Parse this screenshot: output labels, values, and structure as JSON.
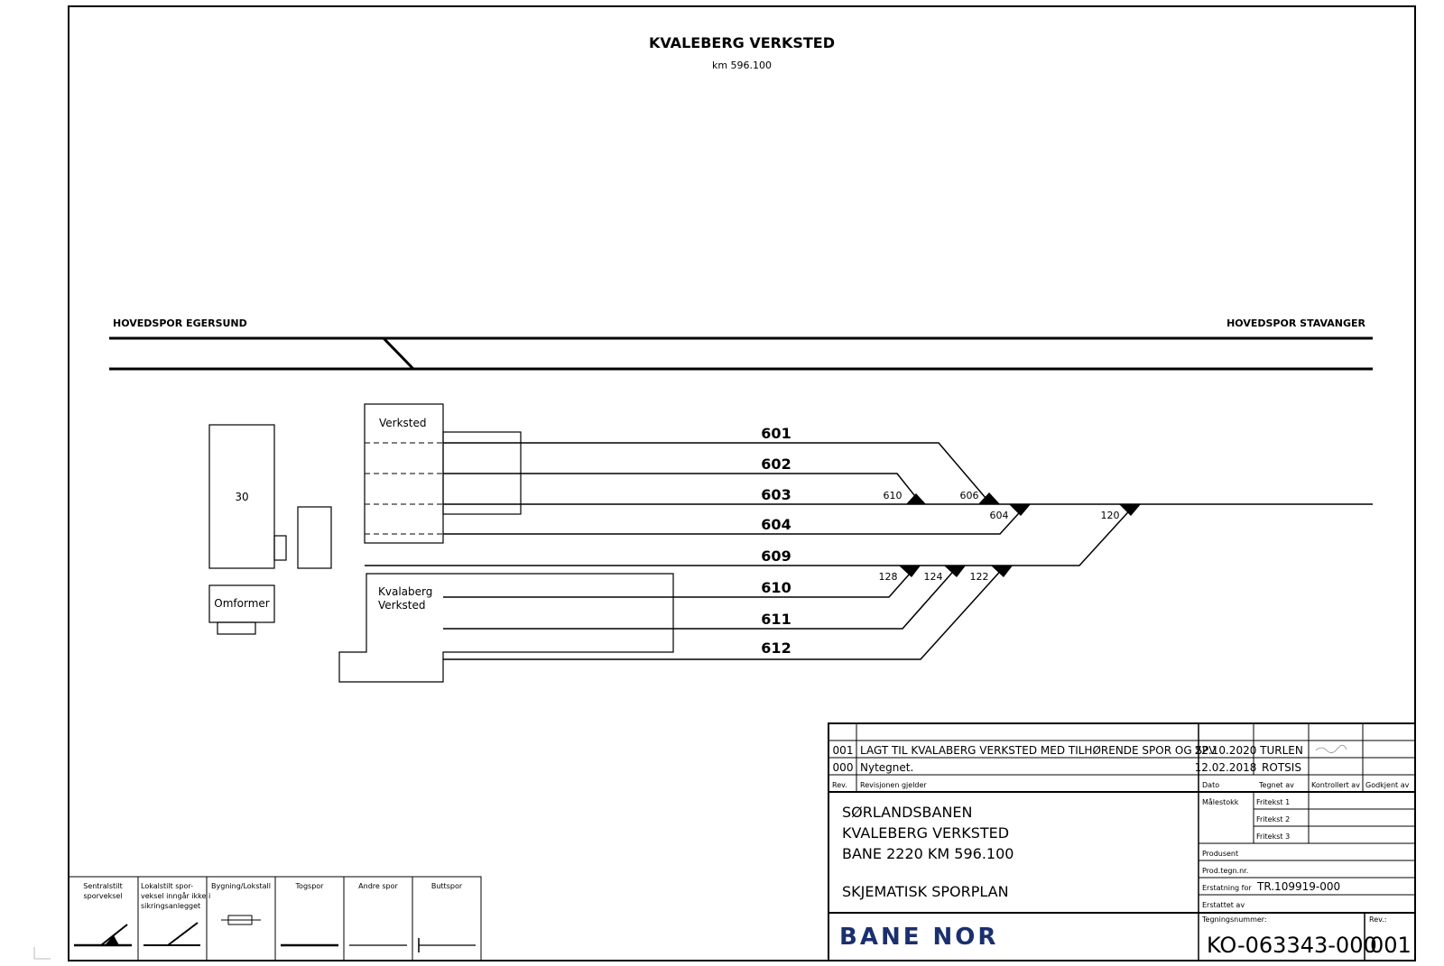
{
  "header": {
    "title": "KVALEBERG VERKSTED",
    "km": "km 596.100"
  },
  "main_lines": {
    "left": "HOVEDSPOR EGERSUND",
    "right": "HOVEDSPOR STAVANGER"
  },
  "tracks": [
    "601",
    "602",
    "603",
    "604",
    "609",
    "610",
    "611",
    "612"
  ],
  "switches": [
    "610",
    "606",
    "604",
    "120",
    "128",
    "124",
    "122"
  ],
  "buildings": {
    "b30": "30",
    "omformer": "Omformer",
    "verksted": "Verksted",
    "kvaleberg_1": "Kvalaberg",
    "kvaleberg_2": "Verksted"
  },
  "title_block": {
    "revisions": [
      {
        "rev": "001",
        "text": "LAGT TIL KVALABERG VERKSTED MED TILHØRENDE SPOR OG SPV",
        "date": "22.10.2020",
        "drawn": "TURLEN"
      },
      {
        "rev": "000",
        "text": "Nytegnet.",
        "date": "12.02.2018",
        "drawn": "ROTSIS"
      }
    ],
    "headers": {
      "rev": "Rev.",
      "applies": "Revisjonen gjelder",
      "date": "Dato",
      "drawn": "Tegnet av",
      "checked": "Kontrollert av",
      "approved": "Godkjent av"
    },
    "project": {
      "line1": "SØRLANDSBANEN",
      "line2": "KVALEBERG VERKSTED",
      "line3": "BANE 2220  KM 596.100",
      "line4": "SKJEMATISK SPORPLAN"
    },
    "fields": {
      "scale": "Målestokk",
      "fritekst1": "Fritekst 1",
      "fritekst2": "Fritekst 2",
      "fritekst3": "Fritekst 3",
      "producer": "Produsent",
      "prod_no": "Prod.tegn.nr.",
      "replaces": "Erstatning for",
      "replaces_value": "TR.109919-000",
      "replaced_by": "Erstattet av",
      "drawing_no_label": "Tegningsnummer:",
      "drawing_no": "KO-063343-000",
      "rev_label": "Rev.:",
      "rev_value": "001"
    },
    "logo": "BANE NOR"
  },
  "legend": [
    {
      "line1": "Sentralstilt",
      "line2": "sporveksel",
      "line3": ""
    },
    {
      "line1": "Lokalstilt spor-",
      "line2": "veksel inngår ikke i",
      "line3": "sikringsanlegget"
    },
    {
      "line1": "Bygning/Lokstall",
      "line2": "",
      "line3": ""
    },
    {
      "line1": "Togspor",
      "line2": "",
      "line3": ""
    },
    {
      "line1": "Andre spor",
      "line2": "",
      "line3": ""
    },
    {
      "line1": "Buttspor",
      "line2": "",
      "line3": ""
    }
  ]
}
